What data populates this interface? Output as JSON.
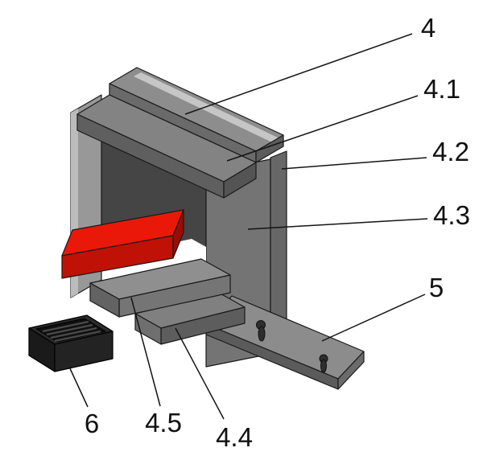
{
  "diagram": {
    "type": "exploded-parts-diagram",
    "callouts": {
      "p4": "4",
      "p41": "4.1",
      "p42": "4.2",
      "p43": "4.3",
      "p5": "5",
      "p6": "6",
      "p45": "4.5",
      "p44": "4.4"
    },
    "colors": {
      "highlight_red": "#ea1808",
      "highlight_red_front": "#c01106",
      "highlight_red_end": "#9a0d05",
      "leader_line": "#141414"
    }
  }
}
